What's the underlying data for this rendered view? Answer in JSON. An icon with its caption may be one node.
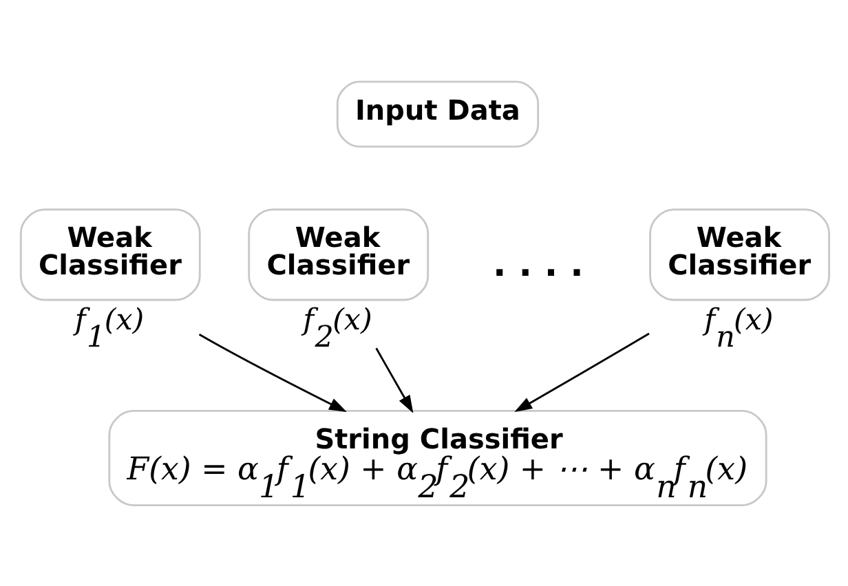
{
  "diagram": {
    "nodes": [
      {
        "text": [
          "Input Data"
        ]
      },
      {
        "text": [
          "Weak Classifier"
        ],
        "beside": [
          "f$_{1}$(x)"
        ]
      },
      {
        "text": [
          "Weak Classifier"
        ],
        "beside": [
          "f$_{2}$(x)"
        ]
      },
      {
        "text": [
          "Weak Classifier"
        ],
        "beside": [
          "f$_{n}$(x)"
        ]
      },
      {
        "text": [
          "String Classifier",
          "F(x) = α$_{1}$f$_{1}$(x) + α$_{2}$f$_{2}$(x) + ⋯ + α$_{n}$f$_{n}$(x)"
        ]
      }
    ],
    "edges": [
      {
        "from": 1,
        "to": 4,
        "arrow": "to"
      },
      {
        "from": 2,
        "to": 4,
        "arrow": "to"
      },
      {
        "from": 3,
        "to": 4,
        "arrow": "to"
      }
    ],
    "labels": [
      "· · · ·"
    ]
  }
}
